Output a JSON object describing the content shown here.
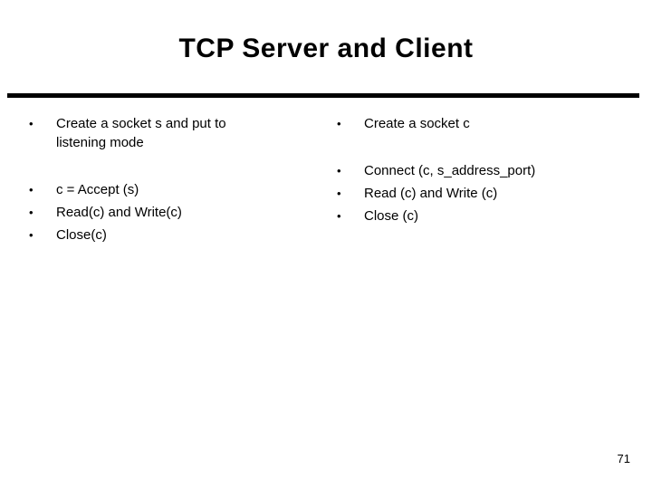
{
  "slide": {
    "title": "TCP Server and Client",
    "page_number": "71",
    "bullet_char": "•",
    "colors": {
      "background": "#ffffff",
      "text": "#000000",
      "rule": "#000000"
    },
    "server_column": {
      "items": [
        "Create a socket s and put to listening mode",
        "c = Accept (s)",
        "Read(c) and Write(c)",
        "Close(c)"
      ]
    },
    "client_column": {
      "items": [
        "Create a socket c",
        "Connect (c, s_address_port)",
        "Read (c) and Write (c)",
        "Close (c)"
      ]
    }
  }
}
